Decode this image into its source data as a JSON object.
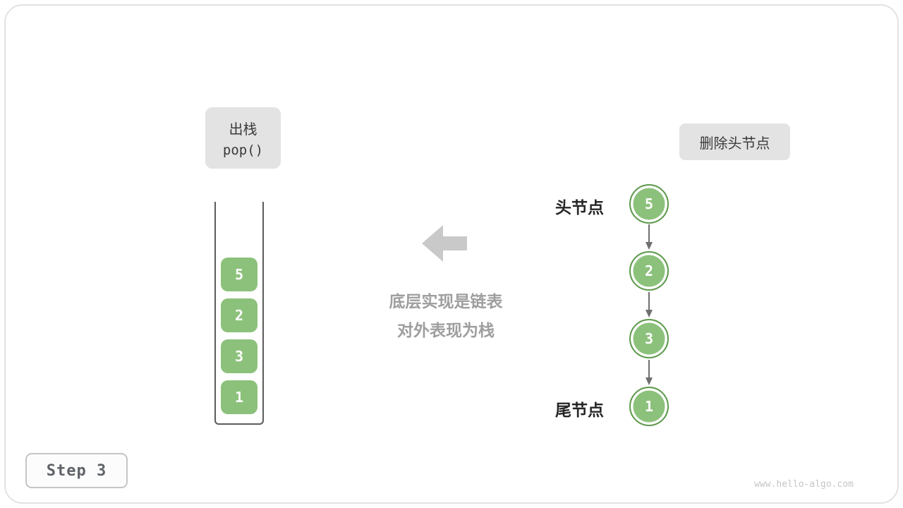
{
  "meta": {
    "watermark": "www.hello-algo.com"
  },
  "step": {
    "label": "Step 3"
  },
  "operation_label": {
    "line1": "出栈",
    "line2": "pop()"
  },
  "action_label": {
    "text": "删除头节点"
  },
  "stack": {
    "items": [
      "5",
      "2",
      "3",
      "1"
    ]
  },
  "center_note": {
    "line1": "底层实现是链表",
    "line2": "对外表现为栈"
  },
  "linked_list": {
    "head_label": "头节点",
    "tail_label": "尾节点",
    "nodes": [
      "5",
      "2",
      "3",
      "1"
    ]
  },
  "icons": {
    "big_arrow": "left-block-arrow",
    "connector": "down-arrow"
  },
  "colors": {
    "node_green": "#8CC17B",
    "node_ring_green": "#5F9A4E",
    "label_box_gray": "#E3E3E3",
    "big_arrow_gray": "#C9C9C9",
    "note_text_gray": "#9E9E9E",
    "connector_gray": "#6F6F6F",
    "page_border_gray": "#E2E2E2"
  }
}
